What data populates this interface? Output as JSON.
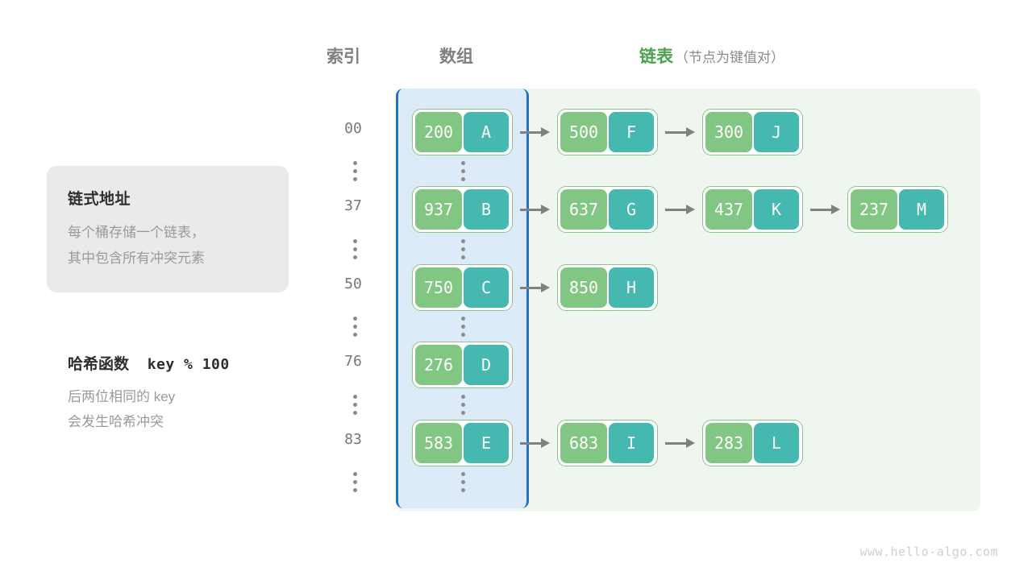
{
  "headers": {
    "index": "索引",
    "array": "数组",
    "list_main": "链表",
    "list_sub": "（节点为键值对）"
  },
  "info_card": {
    "title": "链式地址",
    "description": "每个桶存储一个链表，\n其中包含所有冲突元素"
  },
  "hash_note": {
    "title_label": "哈希函数",
    "title_expr": "key % 100",
    "description": "后两位相同的 key\n会发生哈希冲突"
  },
  "colors": {
    "array_region_bg": "#ddeaf7",
    "array_region_border": "#1f72c4",
    "list_region_bg": "#eff6ef",
    "node_key_bg": "#82c684",
    "node_value_bg": "#45b8b0",
    "node_border": "#8bc48b",
    "arrow": "#808080",
    "header_gray": "#808080",
    "header_green": "#4ca24c",
    "muted_text": "#9a9a9a"
  },
  "rows": [
    {
      "index": "00",
      "bucket": {
        "key": "200",
        "value": "A"
      },
      "chain": [
        {
          "key": "500",
          "value": "F"
        },
        {
          "key": "300",
          "value": "J"
        }
      ]
    },
    {
      "index": "37",
      "bucket": {
        "key": "937",
        "value": "B"
      },
      "chain": [
        {
          "key": "637",
          "value": "G"
        },
        {
          "key": "437",
          "value": "K"
        },
        {
          "key": "237",
          "value": "M"
        }
      ]
    },
    {
      "index": "50",
      "bucket": {
        "key": "750",
        "value": "C"
      },
      "chain": [
        {
          "key": "850",
          "value": "H"
        }
      ]
    },
    {
      "index": "76",
      "bucket": {
        "key": "276",
        "value": "D"
      },
      "chain": []
    },
    {
      "index": "83",
      "bucket": {
        "key": "583",
        "value": "E"
      },
      "chain": [
        {
          "key": "683",
          "value": "I"
        },
        {
          "key": "283",
          "value": "L"
        }
      ]
    }
  ],
  "ellipsis_count": 6,
  "footer": "www.hello-algo.com"
}
